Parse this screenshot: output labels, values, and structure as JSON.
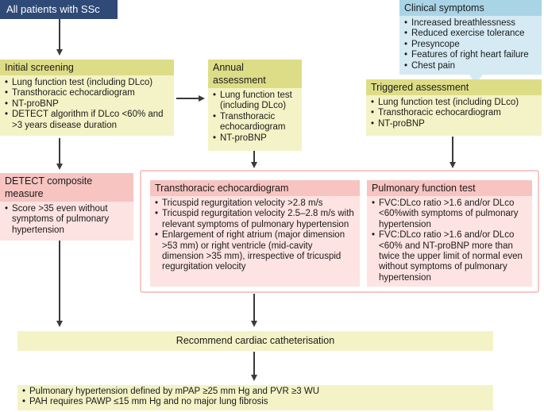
{
  "start_box": "All patients with SSc",
  "initial_screening": {
    "title": "Initial screening",
    "items": [
      "Lung function test (including DLco)",
      "Transthoracic echocardiogram",
      "NT-proBNP",
      "DETECT algorithm if DLco <60% and >3 years disease duration"
    ]
  },
  "annual_assessment": {
    "title": "Annual assessment",
    "items": [
      "Lung function test (including DLco)",
      "Transthoracic echocardiogram",
      "NT-proBNP"
    ]
  },
  "clinical_symptoms": {
    "title": "Clinical symptoms",
    "items": [
      "Increased breathlessness",
      "Reduced exercise tolerance",
      "Presyncope",
      "Features of right heart failure",
      "Chest pain"
    ]
  },
  "triggered_assessment": {
    "title": "Triggered assessment",
    "items": [
      "Lung function test (including DLco)",
      "Transthoracic echocardiogram",
      "NT-proBNP"
    ]
  },
  "detect_measure": {
    "title": "DETECT composite measure",
    "items": [
      "Score >35 even without symptoms of pulmonary hypertension"
    ]
  },
  "echo": {
    "title": "Transthoracic echocardiogram",
    "items": [
      "Tricuspid regurgitation velocity >2.8 m/s",
      "Tricuspid regurgitation velocity 2.5–2.8 m/s with relevant symptoms of pulmonary hypertension",
      "Enlargement of right atrium (major dimension >53 mm) or right ventricle (mid-cavity dimension >35 mm), irrespective of tricuspid regurgitation velocity"
    ]
  },
  "pft": {
    "title": "Pulmonary function test",
    "items": [
      "FVC:DLco ratio >1.6 and/or DLco <60%with symptoms of pulmonary hypertension",
      "FVC:DLco ratio >1.6 and/or DLco <60% and NT-proBNP more than twice the upper limit of normal even without symptoms of pulmonary hypertension"
    ]
  },
  "recommend": "Recommend cardiac catheterisation",
  "final": {
    "items": [
      "Pulmonary hypertension defined by mPAP ≥25 mm Hg and PVR ≥3 WU",
      "PAH requires PAWP ≤15 mm Hg and no major lung fibrosis"
    ]
  },
  "colors": {
    "navy": "#2f4a77",
    "olive_header": "#dedd87",
    "olive_body": "#f4f3c7",
    "pink_header": "#f7c4c1",
    "pink_body": "#fde3e1",
    "blue_header": "#a9d4e6",
    "blue_body": "#d5eaf3",
    "arrow": "#3a3a3a"
  }
}
